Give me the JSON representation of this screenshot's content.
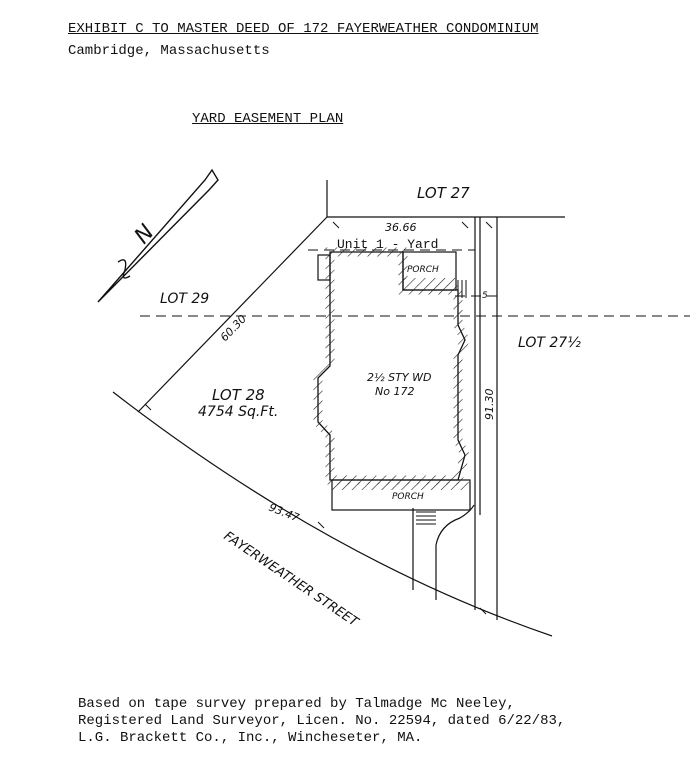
{
  "header": {
    "title": "EXHIBIT C TO MASTER DEED OF 172 FAYERWEATHER CONDOMINIUM",
    "subtitle": "Cambridge, Massachusetts"
  },
  "plan": {
    "heading": "YARD EASEMENT PLAN",
    "north_arrow_label": "N",
    "labels": {
      "lot27": "LOT 27",
      "lot29": "LOT 29",
      "lot28": "LOT 28",
      "lot28_area": "4754 Sq.Ft.",
      "lot27_half": "LOT 27½",
      "unit_yard": "Unit 1 - Yard",
      "porch_top": "PORCH",
      "porch_bottom": "PORCH",
      "building_line1": "2½ STY WD",
      "building_line2": "No 172",
      "street": "FAYERWEATHER STREET"
    },
    "dimensions": {
      "top": "36.66",
      "left": "60.30",
      "right": "91.30",
      "bottom": "93.47",
      "small": "5"
    }
  },
  "footer": {
    "line1": "Based on tape survey prepared by Talmadge Mc Neeley,",
    "line2": "Registered Land Surveyor, Licen. No. 22594, dated 6/22/83,",
    "line3": "L.G. Brackett Co., Inc., Wincheseter, MA."
  }
}
